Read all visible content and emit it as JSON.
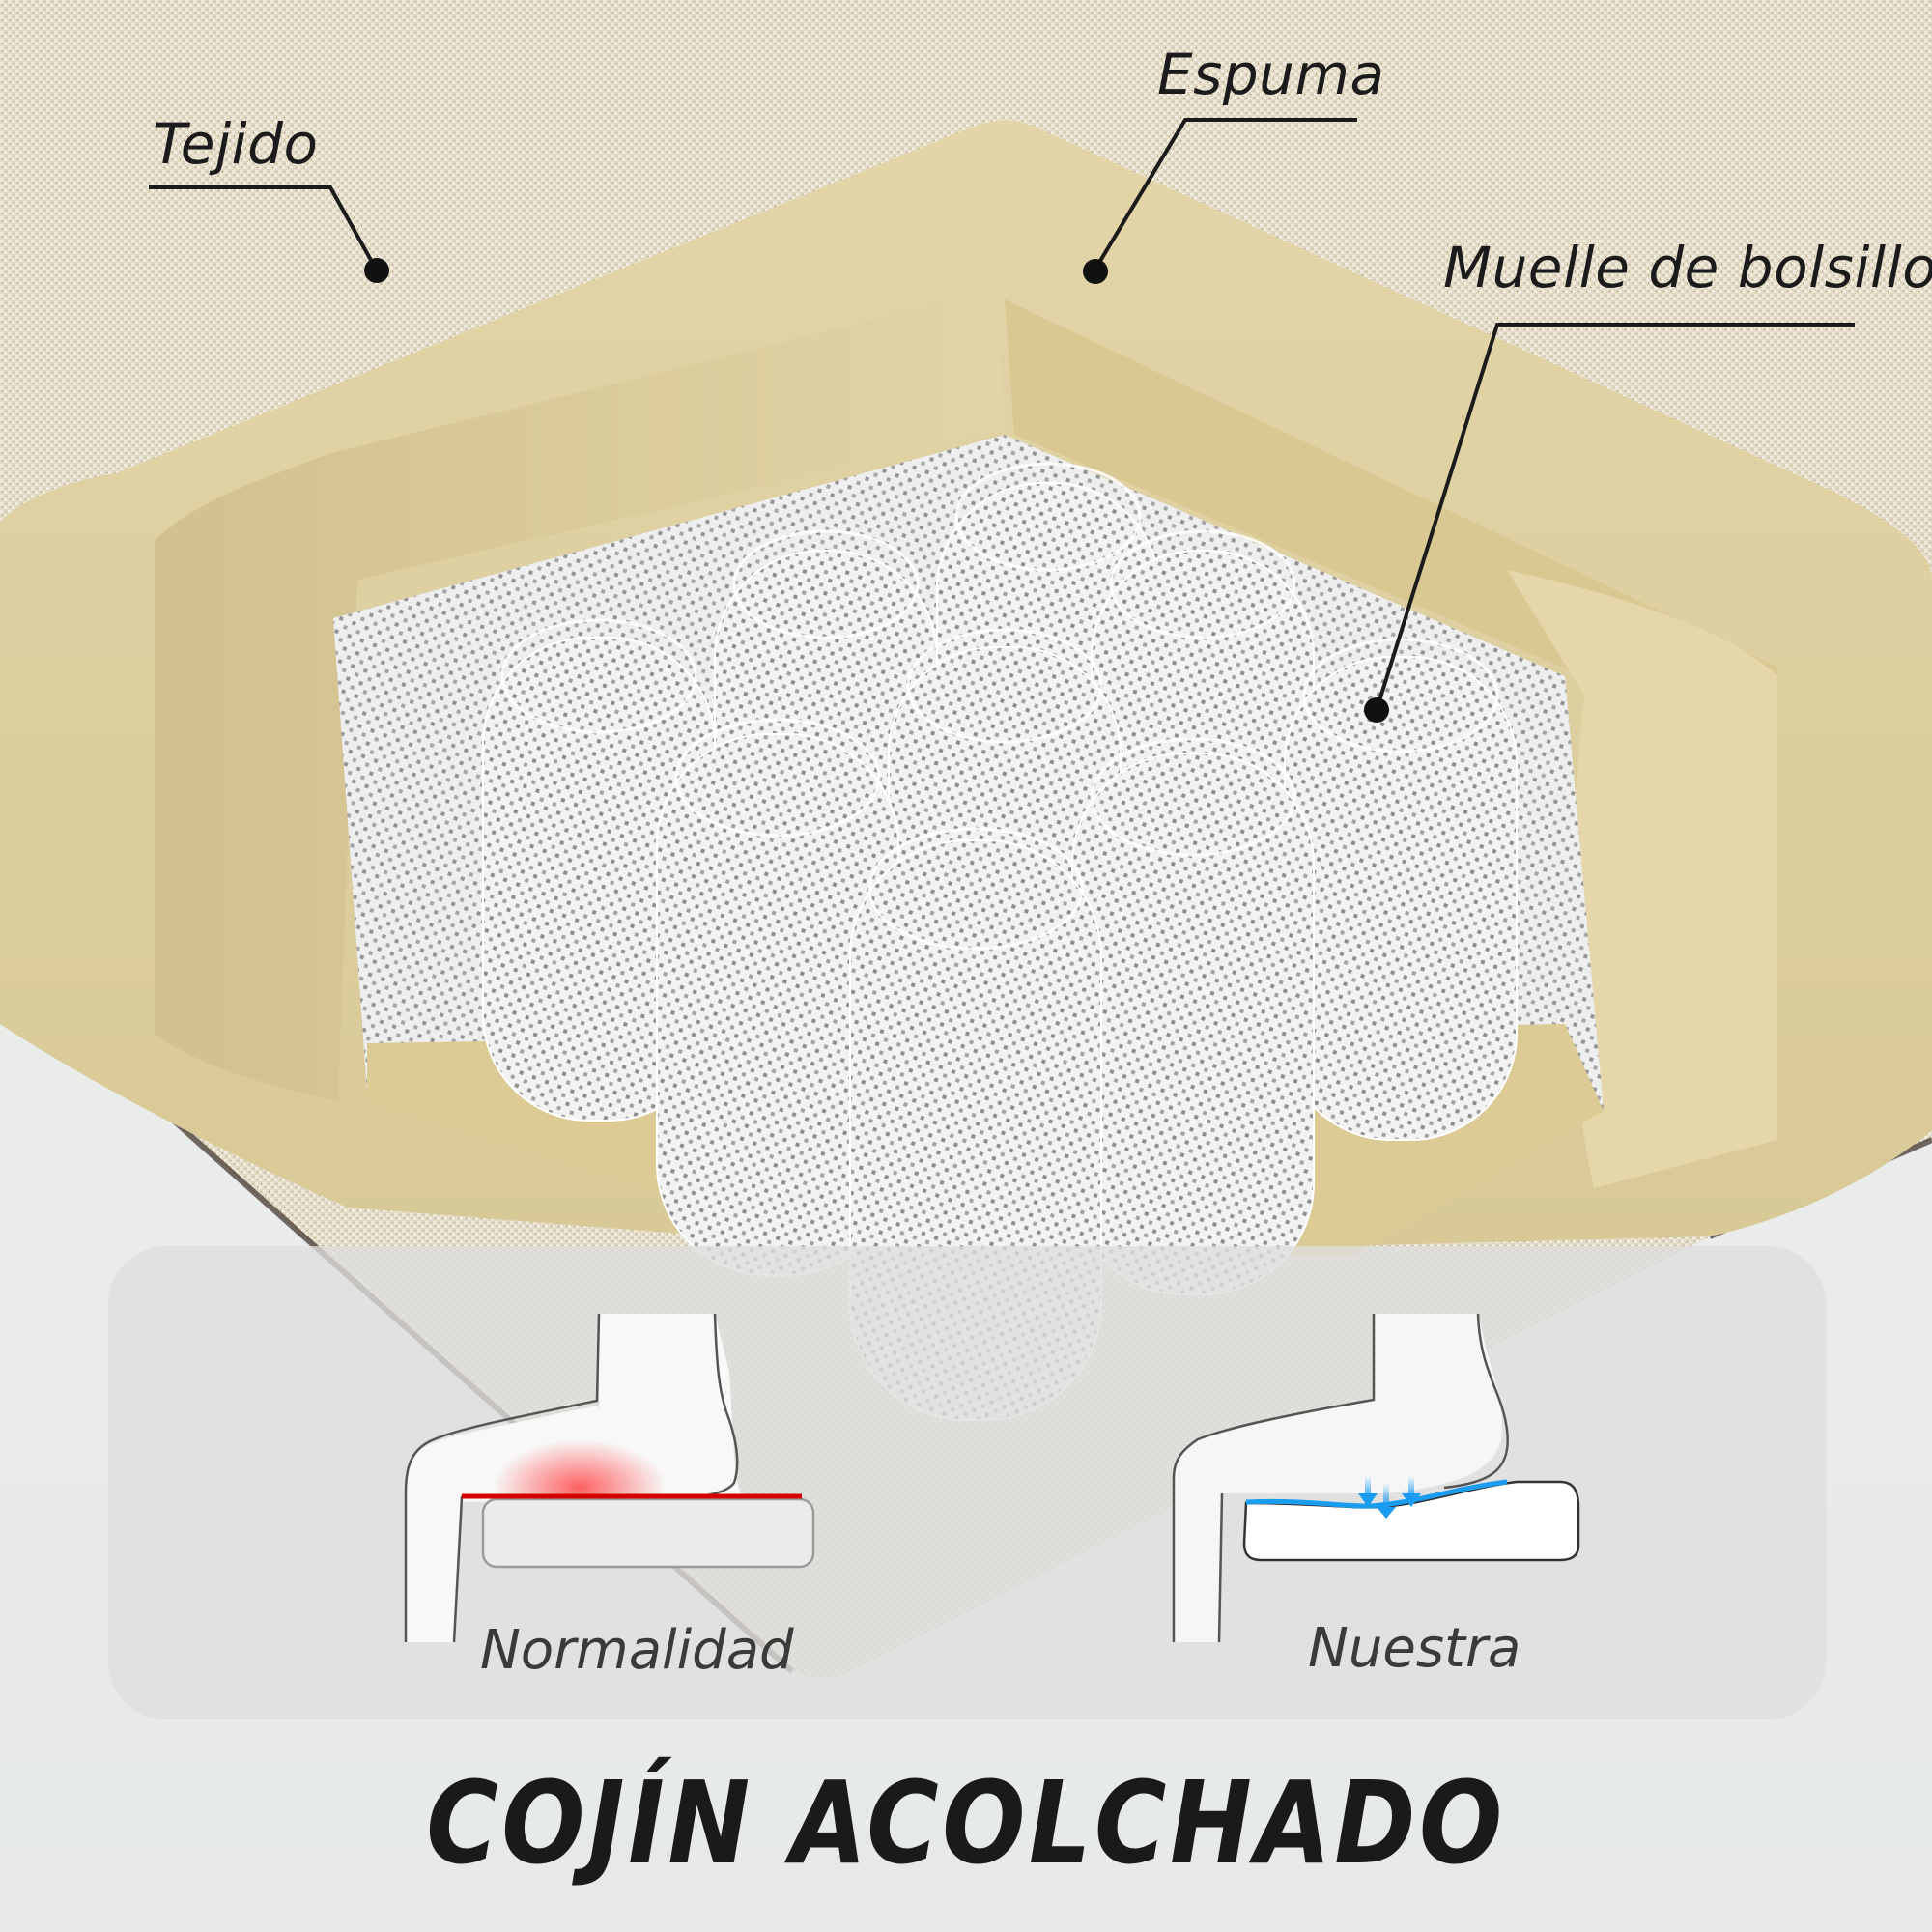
{
  "callouts": {
    "fabric": {
      "label": "Tejido",
      "icon": "dot-pointer-icon"
    },
    "foam": {
      "label": "Espuma",
      "icon": "dot-pointer-icon"
    },
    "pocket_spring": {
      "label": "Muelle de bolsillo",
      "icon": "dot-pointer-icon"
    }
  },
  "comparison": {
    "normal": {
      "caption": "Normalidad",
      "pressure_color": "#d40000"
    },
    "ours": {
      "caption": "Nuestra",
      "pressure_color": "#1a9cf0"
    }
  },
  "title": "COJÍN ACOLCHADO",
  "colors": {
    "fabric": "#e2d9c4",
    "foam": "#dccd9c",
    "springs": "#eeeeee",
    "panel": "#dedede",
    "text": "#1a1a1a"
  }
}
